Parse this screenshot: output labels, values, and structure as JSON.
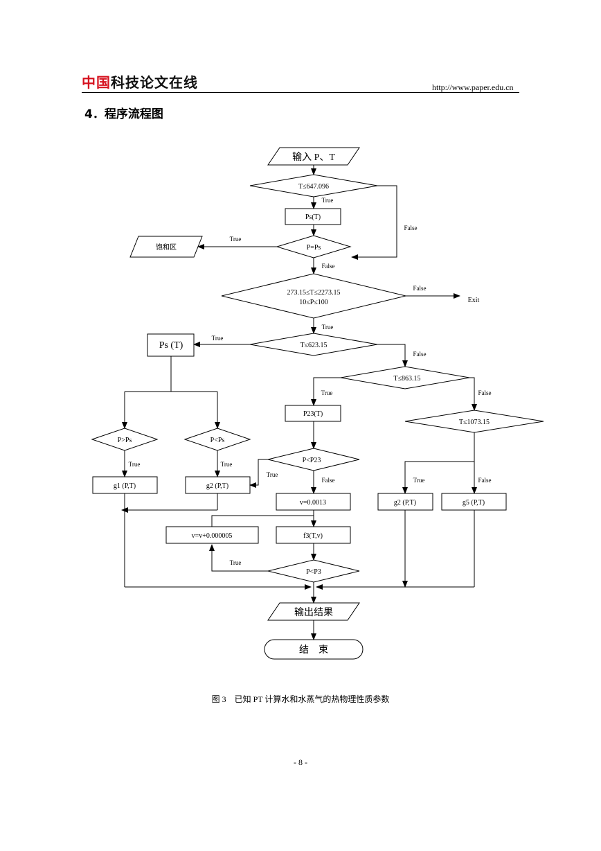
{
  "header": {
    "logo_red": "中国",
    "logo_black": "科技论文在线",
    "url": "http://www.paper.edu.cn"
  },
  "section_title": "4．程序流程图",
  "flow": {
    "input": "输入 P、T",
    "cond_t647": "T≤647.096",
    "ps_t_small": "Ps(T)",
    "cond_peqps": "P=Ps",
    "saturation": "饱和区",
    "cond_range_line1": "273.15≤T≤2273.15",
    "cond_range_line2": "10≤P≤100",
    "exit": "Exit",
    "ps_t_large": "Ps (T)",
    "cond_t623": "T≤623.15",
    "cond_t863": "T≤863.15",
    "cond_t1073": "T≤1073.15",
    "cond_pgtps": "P>Ps",
    "cond_pltps": "P<Ps",
    "p23": "P23(T)",
    "cond_plt23": "P<P23",
    "g1": "g1 (P,T)",
    "g2_left": "g2 (P,T)",
    "v_init": "v=0.0013",
    "g2_right": "g2 (P,T)",
    "g5": "g5 (P,T)",
    "v_inc": "v=v+0.000005",
    "f3": "f3(T,v)",
    "cond_plt3": "P<P3",
    "output": "输出结果",
    "end": "结　束",
    "true": "True",
    "false": "False"
  },
  "caption": "图 3　已知 PT 计算水和水蒸气的热物理性质参数",
  "page_number": "- 8 -"
}
